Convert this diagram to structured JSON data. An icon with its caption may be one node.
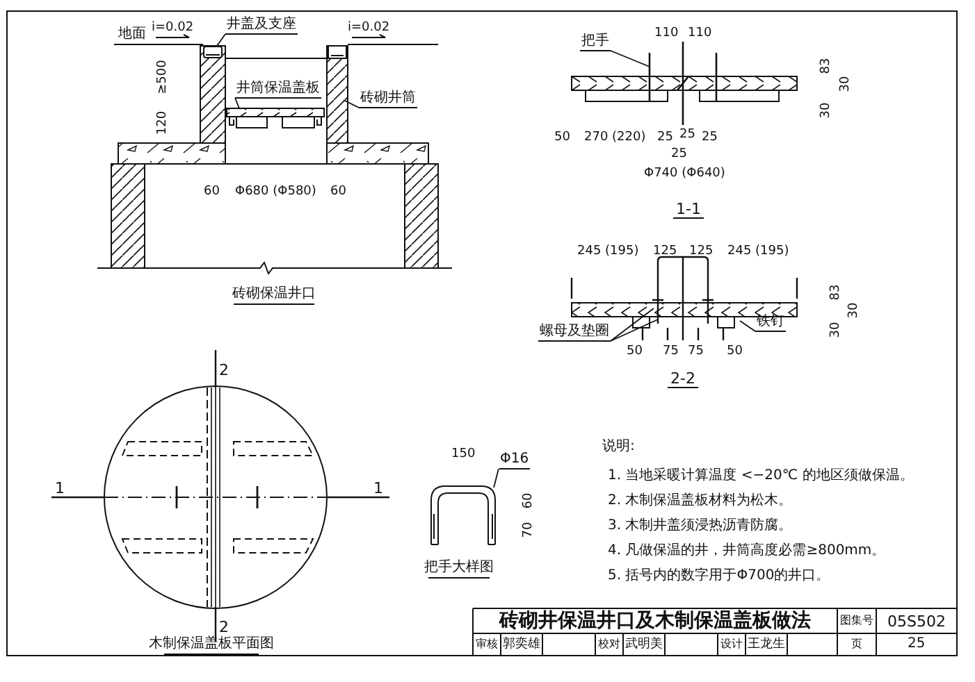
{
  "diagram": {
    "title": "砖砌井保温井口及木制保温盖板做法",
    "nodes": [
      {
        "text": [
          "井盖及支座"
        ]
      },
      {
        "text": [
          "井筒保温盖板"
        ]
      },
      {
        "text": [
          "砖砌井筒"
        ]
      },
      {
        "text": [
          "把手"
        ]
      },
      {
        "text": [
          "螺母及垫圈"
        ]
      },
      {
        "text": [
          "铁钉"
        ]
      },
      {
        "text": [
          "Φ16"
        ]
      },
      {
        "text": [],
        "shape": "box"
      }
    ],
    "edges": [
      {
        "from": 0,
        "to": 7,
        "arrow": "none"
      },
      {
        "from": 1,
        "to": null,
        "arrow": "none"
      },
      {
        "from": 2,
        "to": null,
        "arrow": "none"
      },
      {
        "from": 3,
        "to": null,
        "arrow": "none"
      },
      {
        "from": 4,
        "to": null,
        "arrow": "none"
      },
      {
        "from": 4,
        "to": null,
        "arrow": "none"
      },
      {
        "from": 5,
        "to": null,
        "arrow": "none"
      },
      {
        "from": 6,
        "to": null,
        "arrow": "none"
      }
    ],
    "labels": [
      "地面",
      "i=0.02",
      "i=0.02",
      "≥500",
      "120",
      "60",
      "Φ680 (Φ580)",
      "60",
      "砖砌保温井口",
      "110",
      "110",
      "83",
      "30",
      "30",
      "50",
      "270 (220)",
      "25",
      "25",
      "25",
      "25",
      "Φ740 (Φ640)",
      "1-1",
      "245 (195)",
      "125",
      "125",
      "245 (195)",
      "83",
      "30",
      "30",
      "50",
      "75",
      "75",
      "50",
      "2-2",
      "2",
      "1",
      "1",
      "2",
      "木制保温盖板平面图",
      "150",
      "60",
      "70",
      "把手大样图",
      "说明:",
      "1. 当地采暖计算温度 <−20℃ 的地区须做保温。",
      "2. 木制保温盖板材料为松木。",
      "3. 木制井盖须浸热沥青防腐。",
      "4. 凡做保温的井，井筒高度必需≥800mm。",
      "5. 括号内的数字用于Φ700的井口。",
      "图集号",
      "05S502",
      "审核",
      "郭奕雄",
      "校对",
      "武明美",
      "设计",
      "王龙生",
      "页",
      "25"
    ]
  }
}
